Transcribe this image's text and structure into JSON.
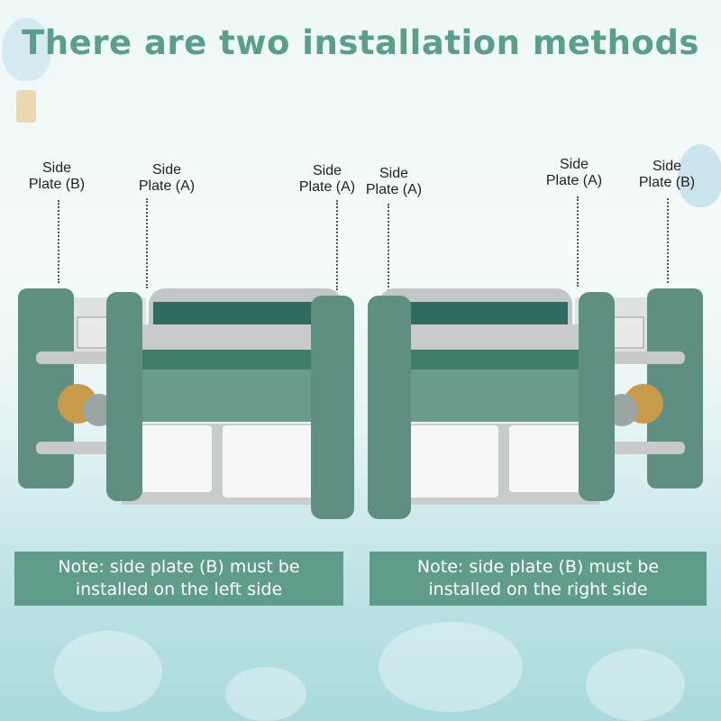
{
  "title": "There are two installation methods",
  "left": {
    "labels": [
      {
        "line1": "Side",
        "line2": "Plate (B)"
      },
      {
        "line1": "Side",
        "line2": "Plate (A)"
      },
      {
        "line1": "Side",
        "line2": "Plate (A)"
      }
    ],
    "note": {
      "line1": "Note: side plate (B) must be",
      "line2": "installed on the left side"
    }
  },
  "right": {
    "labels": [
      {
        "line1": "Side",
        "line2": "Plate (A)"
      },
      {
        "line1": "Side",
        "line2": "Plate (A)"
      },
      {
        "line1": "Side",
        "line2": "Plate (B)"
      }
    ],
    "note": {
      "line1": "Note: side plate (B) must be",
      "line2": "installed on the right side"
    }
  },
  "colors": {
    "title": "#5a9e8c",
    "panel_green": "#5f8f82",
    "shelf_gray": "#bfc3c4",
    "bin_white": "#f7f7f7",
    "note_bg": "#5f9c8c"
  }
}
